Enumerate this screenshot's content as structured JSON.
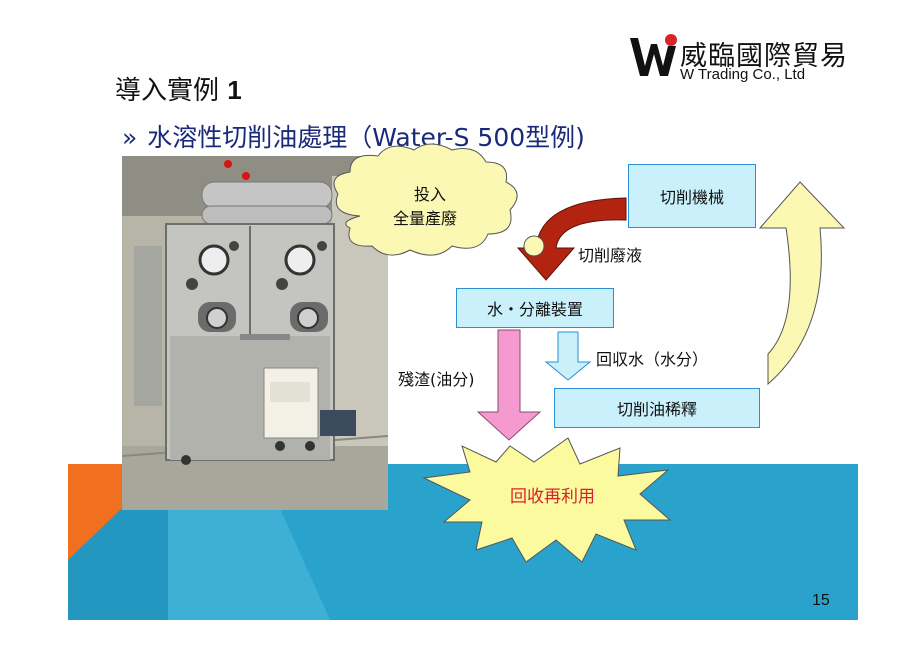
{
  "logo": {
    "company_cn": "威臨國際貿易",
    "company_en": "W   Trading Co., Ltd"
  },
  "title": {
    "text": "導入實例",
    "number": "1"
  },
  "subtitle": {
    "bullet": "»",
    "text": "水溶性切削油處理（Water-S 500型例)"
  },
  "diagram": {
    "cloud_text_line1": "投入",
    "cloud_text_line2": "全量產廢",
    "machine_box": "切削機械",
    "waste_label": "切削廢液",
    "separator_box": "水・分離裝置",
    "recovered_water_label": "回収水（水分）",
    "residue_label": "殘渣(油分)",
    "dilution_box": "切削油稀釋",
    "burst_text": "回收再利用"
  },
  "colors": {
    "band_blue": "#29a3cc",
    "band_orange": "#f07020",
    "box_fill": "#c9f0fb",
    "box_border": "#2b8fd4",
    "pink_arrow": "#f49ad0",
    "red_arrow": "#b22410",
    "curve_arrow_fill": "#fbf8b4",
    "burst_fill": "#fbfa9e",
    "burst_text": "#d8232a",
    "title_blue": "#1a2a7a"
  },
  "page_number": "15"
}
